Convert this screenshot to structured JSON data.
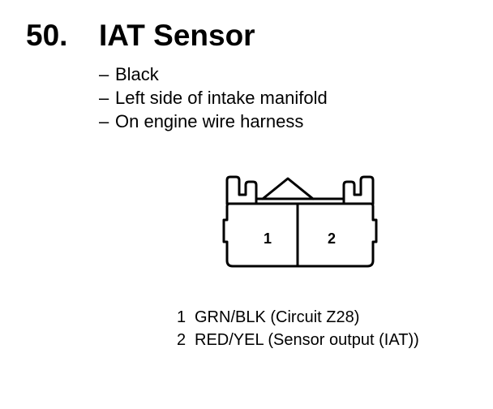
{
  "heading": {
    "number": "50.",
    "title": "IAT Sensor"
  },
  "notes": [
    {
      "dash": "–",
      "text": "Black"
    },
    {
      "dash": "–",
      "text": "Left side of intake manifold"
    },
    {
      "dash": "–",
      "text": "On engine wire harness"
    }
  ],
  "connector": {
    "pin_labels": [
      "1",
      "2"
    ]
  },
  "pinout": [
    {
      "pin": "1",
      "desc": "GRN/BLK (Circuit Z28)"
    },
    {
      "pin": "2",
      "desc": "RED/YEL (Sensor output (IAT))"
    }
  ]
}
